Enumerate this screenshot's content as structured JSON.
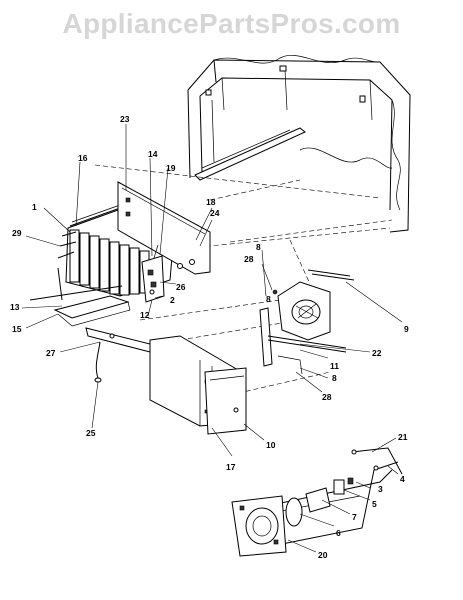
{
  "watermark": "AppliancePartsPros.com",
  "callouts": [
    "1",
    "2",
    "3",
    "4",
    "5",
    "6",
    "7",
    "8",
    "8",
    "8",
    "9",
    "10",
    "11",
    "12",
    "13",
    "14",
    "15",
    "16",
    "17",
    "18",
    "19",
    "20",
    "21",
    "22",
    "23",
    "24",
    "25",
    "26",
    "27",
    "28",
    "28",
    "29"
  ]
}
